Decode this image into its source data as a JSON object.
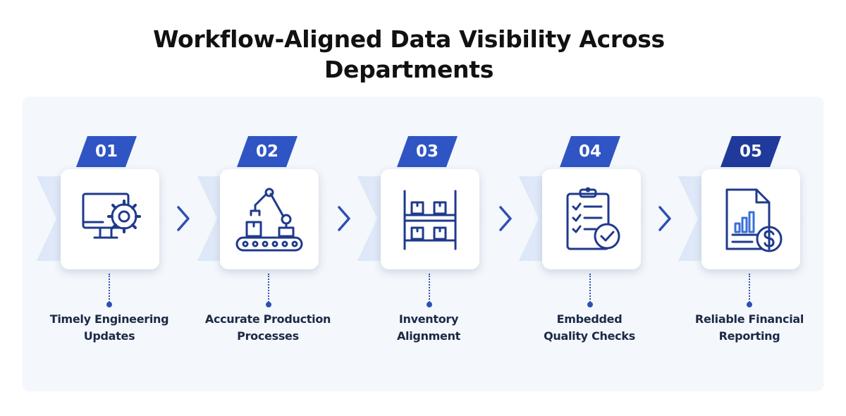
{
  "title": "Workflow-Aligned Data Visibility Across Departments",
  "steps": [
    {
      "number": "01",
      "label_line1": "Timely Engineering",
      "label_line2": "Updates",
      "icon": "monitor-gear-icon"
    },
    {
      "number": "02",
      "label_line1": "Accurate Production",
      "label_line2": "Processes",
      "icon": "robot-arm-conveyor-icon"
    },
    {
      "number": "03",
      "label_line1": "Inventory",
      "label_line2": "Alignment",
      "icon": "warehouse-shelf-icon"
    },
    {
      "number": "04",
      "label_line1": "Embedded",
      "label_line2": "Quality Checks",
      "icon": "clipboard-check-icon"
    },
    {
      "number": "05",
      "label_line1": "Reliable Financial",
      "label_line2": "Reporting",
      "icon": "financial-report-icon"
    }
  ],
  "colors": {
    "badge_light": "#2f55c4",
    "badge_dark": "#1f3a9a",
    "icon_stroke": "#1f3a8c",
    "band": "#d7e3f6",
    "connector": "#2e4fb4"
  }
}
